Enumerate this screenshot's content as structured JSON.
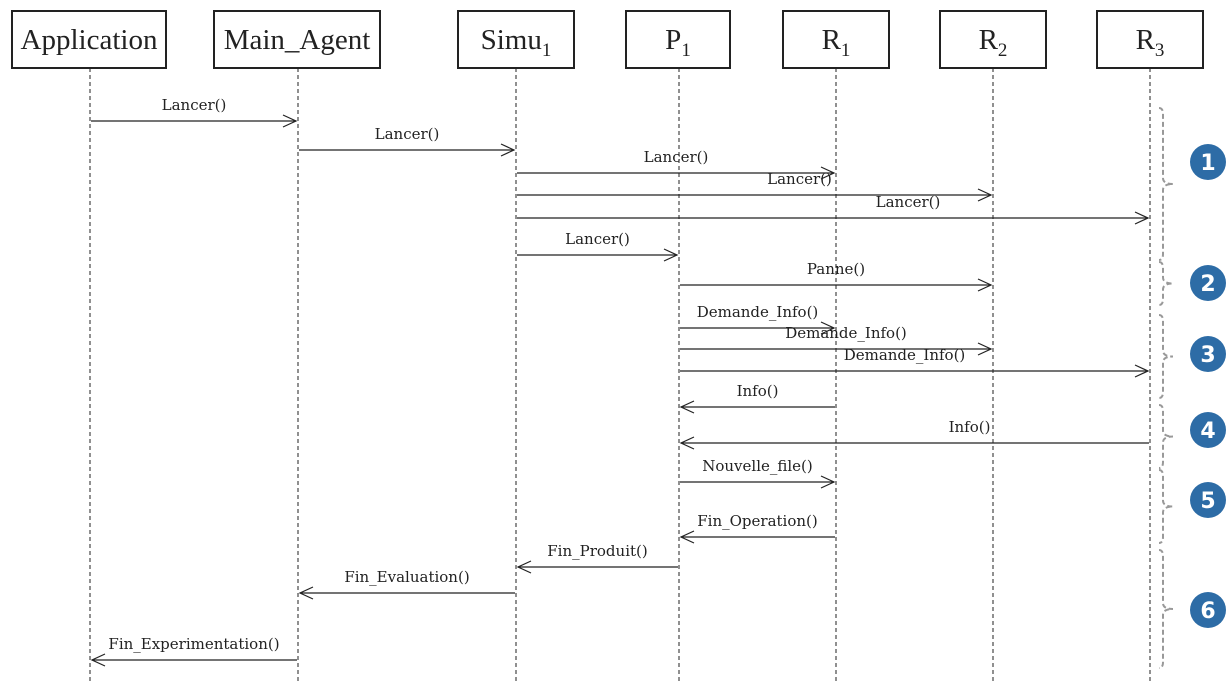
{
  "participants": [
    {
      "id": "app",
      "name": "Application",
      "sub": ""
    },
    {
      "id": "main",
      "name": "Main_Agent",
      "sub": ""
    },
    {
      "id": "simu",
      "name": "Simu",
      "sub": "1"
    },
    {
      "id": "p1",
      "name": "P",
      "sub": "1"
    },
    {
      "id": "r1",
      "name": "R",
      "sub": "1"
    },
    {
      "id": "r2",
      "name": "R",
      "sub": "2"
    },
    {
      "id": "r3",
      "name": "R",
      "sub": "3"
    }
  ],
  "messages": [
    {
      "from": "app",
      "to": "main",
      "label": "Lancer()"
    },
    {
      "from": "main",
      "to": "simu",
      "label": "Lancer()"
    },
    {
      "from": "simu",
      "to": "r1",
      "label": "Lancer()"
    },
    {
      "from": "simu",
      "to": "r2",
      "label": "Lancer()"
    },
    {
      "from": "simu",
      "to": "r3",
      "label": "Lancer()"
    },
    {
      "from": "simu",
      "to": "p1",
      "label": "Lancer()"
    },
    {
      "from": "p1",
      "to": "r2",
      "label": "Panne()"
    },
    {
      "from": "p1",
      "to": "r1",
      "label": "Demande_Info()"
    },
    {
      "from": "p1",
      "to": "r2",
      "label": "Demande_Info()"
    },
    {
      "from": "p1",
      "to": "r3",
      "label": "Demande_Info()"
    },
    {
      "from": "r1",
      "to": "p1",
      "label": "Info()"
    },
    {
      "from": "r3",
      "to": "p1",
      "label": "Info()"
    },
    {
      "from": "p1",
      "to": "r1",
      "label": "Nouvelle_file()"
    },
    {
      "from": "r1",
      "to": "p1",
      "label": "Fin_Operation()"
    },
    {
      "from": "p1",
      "to": "simu",
      "label": "Fin_Produit()"
    },
    {
      "from": "simu",
      "to": "main",
      "label": "Fin_Evaluation()"
    },
    {
      "from": "main",
      "to": "app",
      "label": "Fin_Experimentation()"
    }
  ],
  "steps": [
    {
      "number": "1",
      "first_message": 0,
      "last_message": 4
    },
    {
      "number": "2",
      "first_message": 5,
      "last_message": 6
    },
    {
      "number": "3",
      "first_message": 7,
      "last_message": 9
    },
    {
      "number": "4",
      "first_message": 10,
      "last_message": 11
    },
    {
      "number": "5",
      "first_message": 12,
      "last_message": 13
    },
    {
      "number": "6",
      "first_message": 14,
      "last_message": 16
    }
  ],
  "colors": {
    "step_badge": "#2d6ca6",
    "brace": "#999999",
    "line": "#222222"
  }
}
